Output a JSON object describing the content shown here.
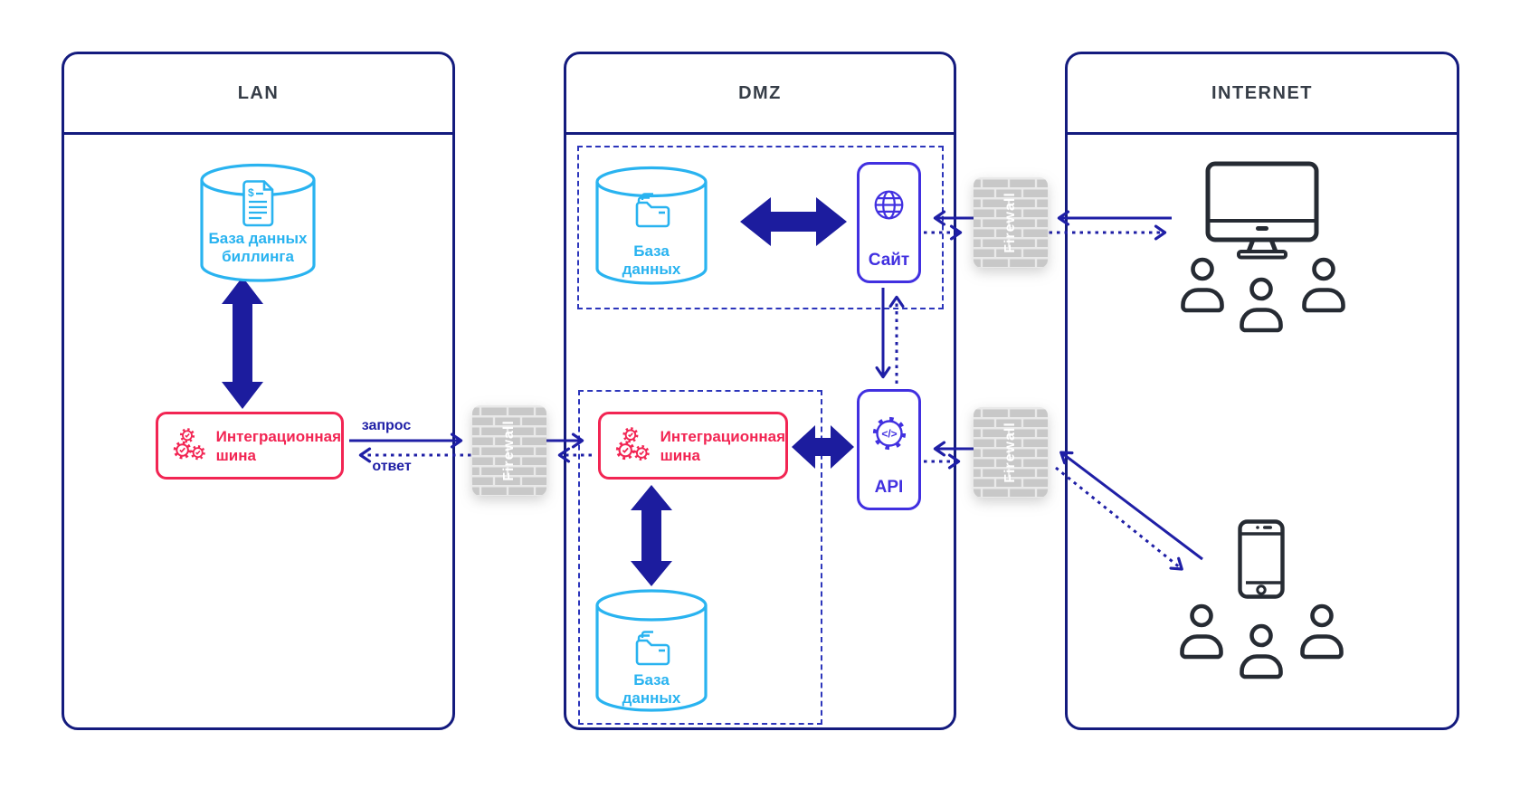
{
  "zones": {
    "lan": {
      "title": "LAN"
    },
    "dmz": {
      "title": "DMZ"
    },
    "internet": {
      "title": "INTERNET"
    }
  },
  "nodes": {
    "billing_db": {
      "line1": "База данных",
      "line2": "биллинга"
    },
    "lan_bus": {
      "line1": "Интеграционная",
      "line2": "шина"
    },
    "dmz_db_top": {
      "line1": "База",
      "line2": "данных"
    },
    "site": {
      "label": "Сайт"
    },
    "dmz_bus": {
      "line1": "Интеграционная",
      "line2": "шина"
    },
    "api": {
      "label": "API"
    },
    "dmz_db_bottom": {
      "line1": "База",
      "line2": "данных"
    }
  },
  "firewall": {
    "label": "Firewall"
  },
  "edges": {
    "request_label": "запрос",
    "response_label": "ответ"
  },
  "icons": {
    "api_code_glyph": "</>",
    "dollar_glyph": "$"
  },
  "colors": {
    "panel_border": "#141b7e",
    "line_navy": "#1f1fa6",
    "thick_arrow_navy": "#1c1c9e",
    "dashed_zone": "#2c35bb",
    "cyan": "#29b3f0",
    "red": "#f22553",
    "indigo": "#4130e0",
    "firewall_gray": "#c8c8c8",
    "device_dark": "#262b33"
  }
}
